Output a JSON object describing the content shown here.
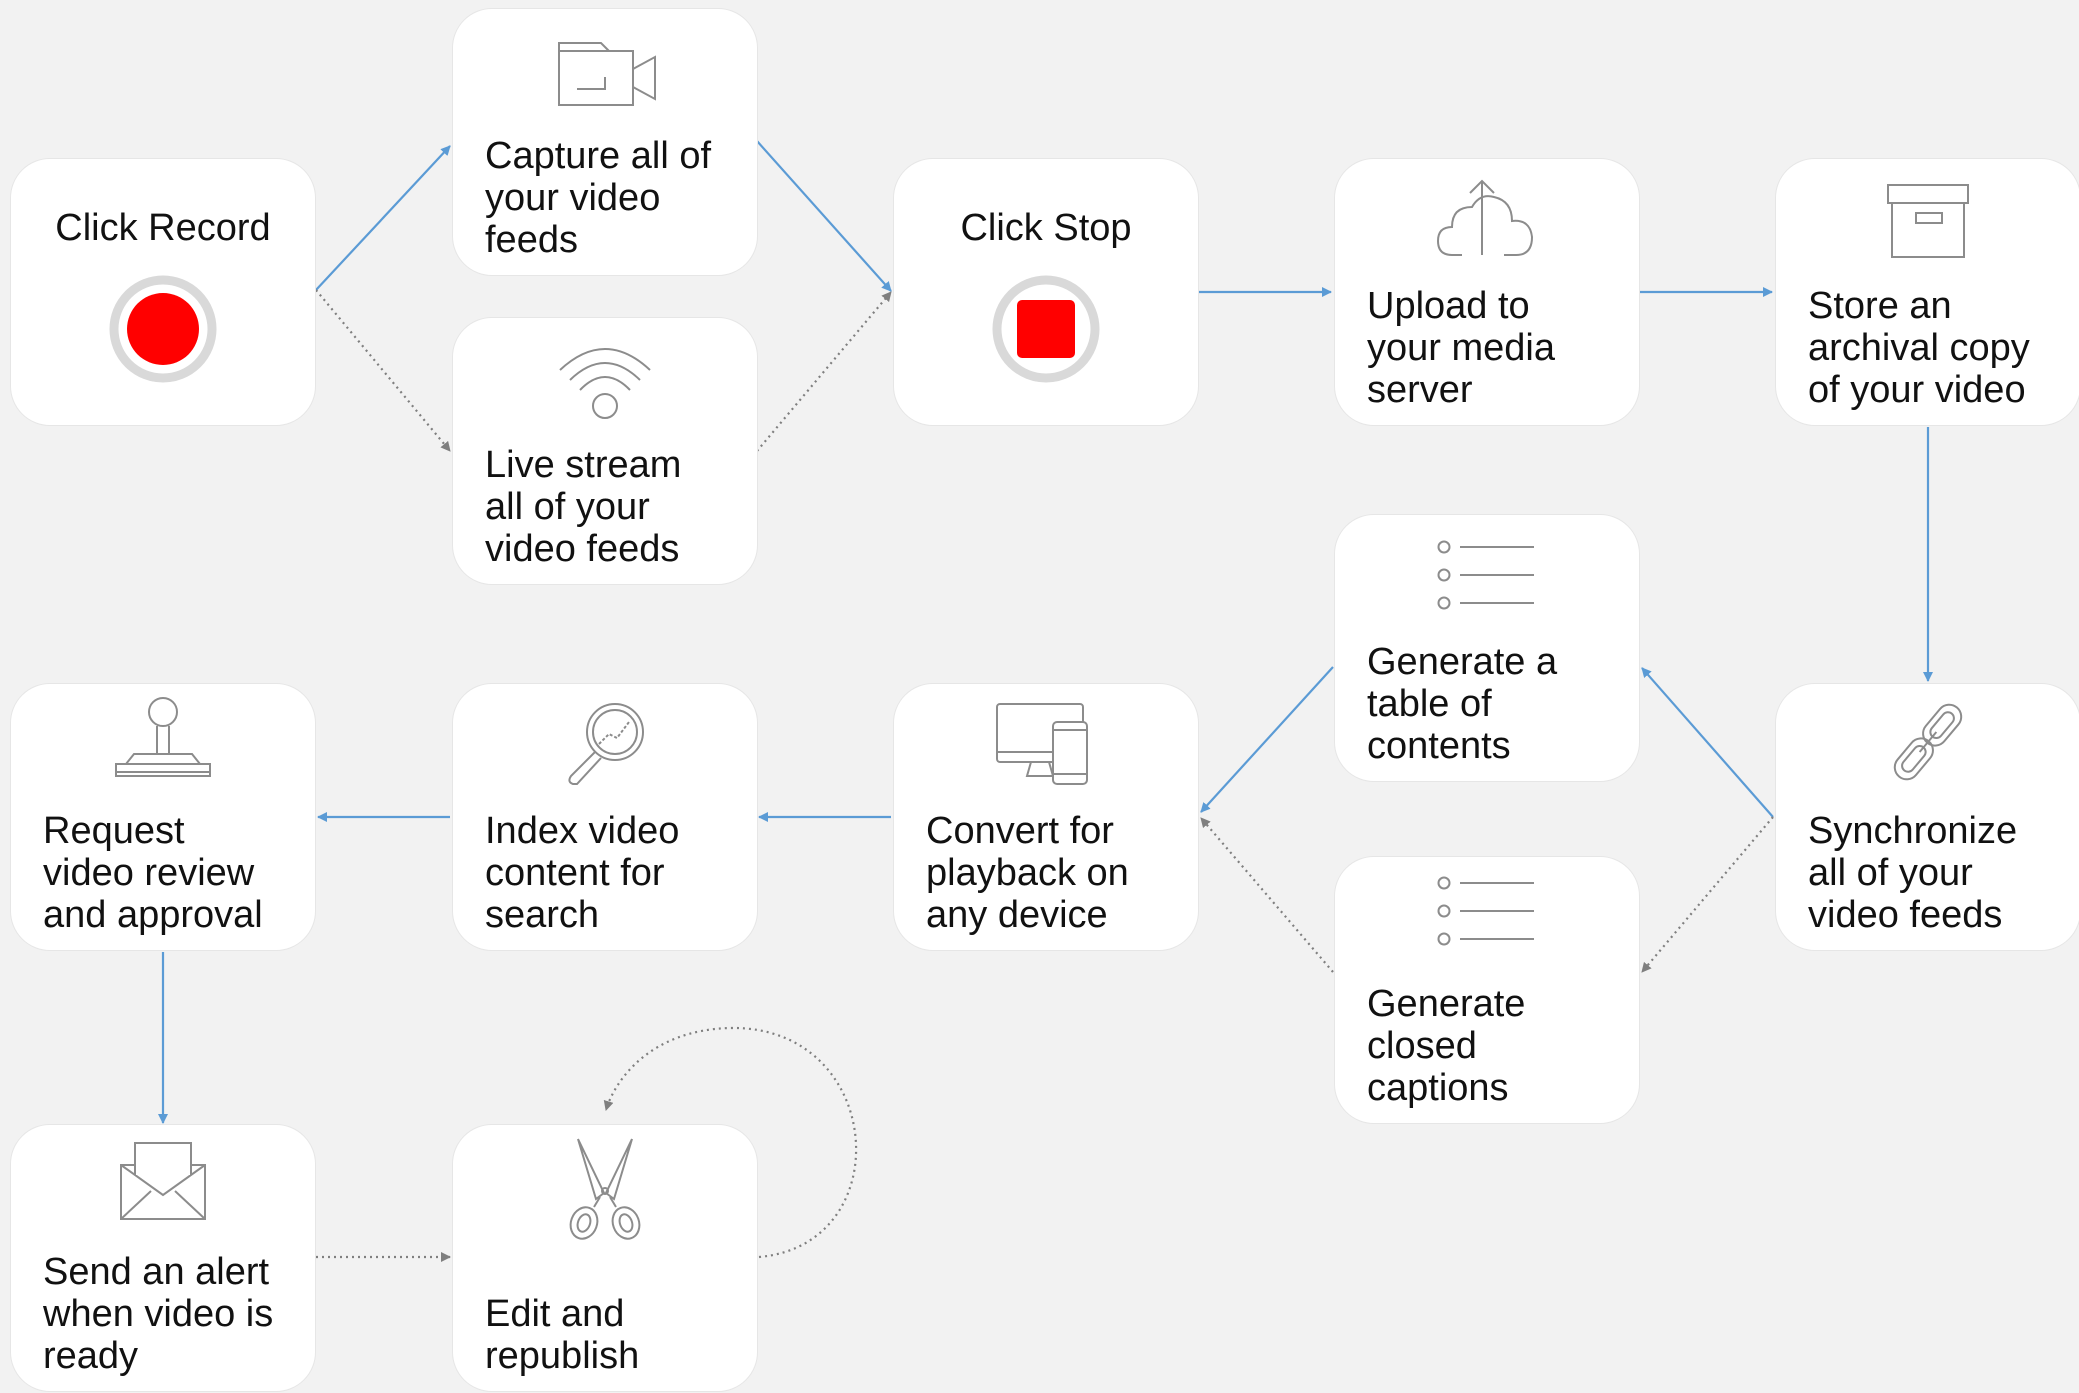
{
  "cards": {
    "record": {
      "label": "Click Record",
      "icon": "record-icon"
    },
    "capture": {
      "label": "Capture all of\nyour video\nfeeds",
      "icon": "video-camera-icon"
    },
    "livestream": {
      "label": "Live stream\nall of your\nvideo feeds",
      "icon": "wifi-icon"
    },
    "stop": {
      "label": "Click Stop",
      "icon": "stop-icon"
    },
    "upload": {
      "label": "Upload to\nyour media\nserver",
      "icon": "cloud-upload-icon"
    },
    "archive": {
      "label": "Store an\narchival copy\nof your video",
      "icon": "archive-box-icon"
    },
    "sync": {
      "label": "Synchronize\nall of your\nvideo feeds",
      "icon": "chain-link-icon"
    },
    "toc": {
      "label": "Generate a\ntable of\ncontents",
      "icon": "list-icon"
    },
    "captions": {
      "label": "Generate\nclosed\ncaptions",
      "icon": "list-icon"
    },
    "convert": {
      "label": "Convert for\nplayback on\nany device",
      "icon": "devices-icon"
    },
    "index": {
      "label": "Index video\ncontent for\nsearch",
      "icon": "magnifier-icon"
    },
    "review": {
      "label": "Request\nvideo review\nand approval",
      "icon": "approval-stamp-icon"
    },
    "alert": {
      "label": "Send an alert\nwhen video is\nready",
      "icon": "envelope-icon"
    },
    "edit": {
      "label": "Edit and\nrepublish",
      "icon": "scissors-icon"
    }
  },
  "colors": {
    "background": "#f2f2f2",
    "card": "#ffffff",
    "arrow_solid": "#5b9bd5",
    "arrow_dotted": "#7f7f7f",
    "record_red": "#ff0000",
    "ring_gray": "#d9d9d9",
    "icon_stroke": "#8c8c8c"
  },
  "edges": [
    {
      "from": "record",
      "to": "capture",
      "style": "solid"
    },
    {
      "from": "record",
      "to": "livestream",
      "style": "dotted"
    },
    {
      "from": "capture",
      "to": "stop",
      "style": "solid"
    },
    {
      "from": "livestream",
      "to": "stop",
      "style": "dotted"
    },
    {
      "from": "stop",
      "to": "upload",
      "style": "solid"
    },
    {
      "from": "upload",
      "to": "archive",
      "style": "solid"
    },
    {
      "from": "archive",
      "to": "sync",
      "style": "solid"
    },
    {
      "from": "sync",
      "to": "toc",
      "style": "solid"
    },
    {
      "from": "sync",
      "to": "captions",
      "style": "dotted"
    },
    {
      "from": "toc",
      "to": "convert",
      "style": "solid"
    },
    {
      "from": "captions",
      "to": "convert",
      "style": "dotted"
    },
    {
      "from": "convert",
      "to": "index",
      "style": "solid"
    },
    {
      "from": "index",
      "to": "review",
      "style": "solid"
    },
    {
      "from": "review",
      "to": "alert",
      "style": "solid"
    },
    {
      "from": "alert",
      "to": "edit",
      "style": "dotted"
    },
    {
      "from": "edit",
      "to": "edit",
      "style": "dotted"
    }
  ]
}
